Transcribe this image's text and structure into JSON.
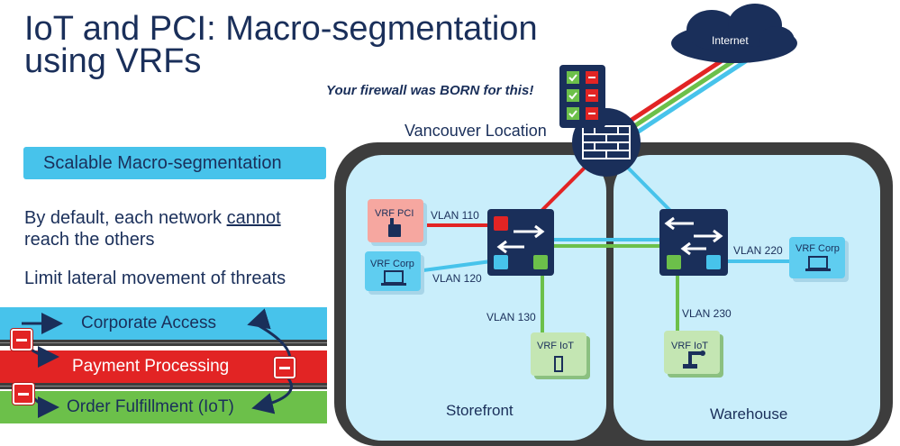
{
  "slide": {
    "title": "IoT and PCI: Macro-segmentation using VRFs",
    "tagline": "Your firewall was BORN for this!",
    "badge": "Scalable Macro-segmentation",
    "para1_before": "By default, each network ",
    "para1_emph": "cannot",
    "para1_after": " reach the others",
    "para2": "Limit lateral movement of threats"
  },
  "bands": [
    {
      "label": "Corporate Access",
      "color": "#47c3eb"
    },
    {
      "label": "Payment Processing",
      "color": "#e22424"
    },
    {
      "label": "Order Fulfillment (IoT)",
      "color": "#6cc04a"
    }
  ],
  "diagram": {
    "location_label": "Vancouver Location",
    "internet_label": "Internet",
    "left_zone": "Storefront",
    "right_zone": "Warehouse",
    "vrfs": {
      "pci": "VRF PCI",
      "corp_left": "VRF Corp",
      "iot_left": "VRF IoT",
      "corp_right": "VRF Corp",
      "iot_right": "VRF IoT"
    },
    "vlans": {
      "v110": "VLAN 110",
      "v120": "VLAN 120",
      "v130": "VLAN 130",
      "v220": "VLAN 220",
      "v230": "VLAN 230"
    }
  },
  "colors": {
    "navy": "#1a2f5a",
    "corp_blue": "#47c3eb",
    "pci_red": "#e22424",
    "iot_green": "#6cc04a",
    "zone_fill": "#c9eefb",
    "frame": "#3d3d3d"
  },
  "icons": [
    "cloud-icon",
    "firewall-icon",
    "switch-icon",
    "phone-icon",
    "laptop-icon",
    "robot-arm-icon",
    "sensor-icon",
    "check-icon",
    "minus-icon",
    "arrow-icon"
  ]
}
